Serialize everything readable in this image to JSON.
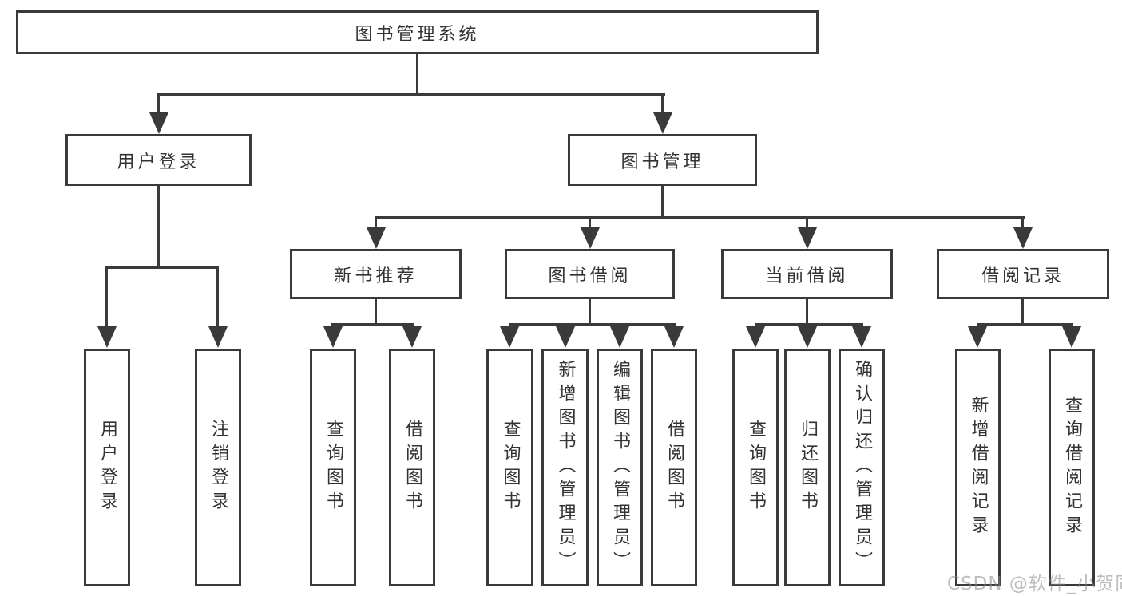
{
  "tree": {
    "root": {
      "label": "图书管理系统",
      "children": [
        {
          "label": "用户登录",
          "children": [
            {
              "label": "用户登录"
            },
            {
              "label": "注销登录"
            }
          ]
        },
        {
          "label": "图书管理",
          "children": [
            {
              "label": "新书推荐",
              "children": [
                {
                  "label": "查询图书"
                },
                {
                  "label": "借阅图书"
                }
              ]
            },
            {
              "label": "图书借阅",
              "children": [
                {
                  "label": "查询图书"
                },
                {
                  "label": "新增图书（管理员）"
                },
                {
                  "label": "编辑图书（管理员）"
                },
                {
                  "label": "借阅图书"
                }
              ]
            },
            {
              "label": "当前借阅",
              "children": [
                {
                  "label": "查询图书"
                },
                {
                  "label": "归还图书"
                },
                {
                  "label": "确认归还（管理员）"
                }
              ]
            },
            {
              "label": "借阅记录",
              "children": [
                {
                  "label": "新增借阅记录"
                },
                {
                  "label": "查询借阅记录"
                }
              ]
            }
          ]
        }
      ]
    }
  },
  "watermark": {
    "text": "CSDN @软件_小贺同学"
  },
  "colors": {
    "line": "#3a3a3a",
    "text": "#333333",
    "background": "#ffffff",
    "watermark": "#878787"
  }
}
